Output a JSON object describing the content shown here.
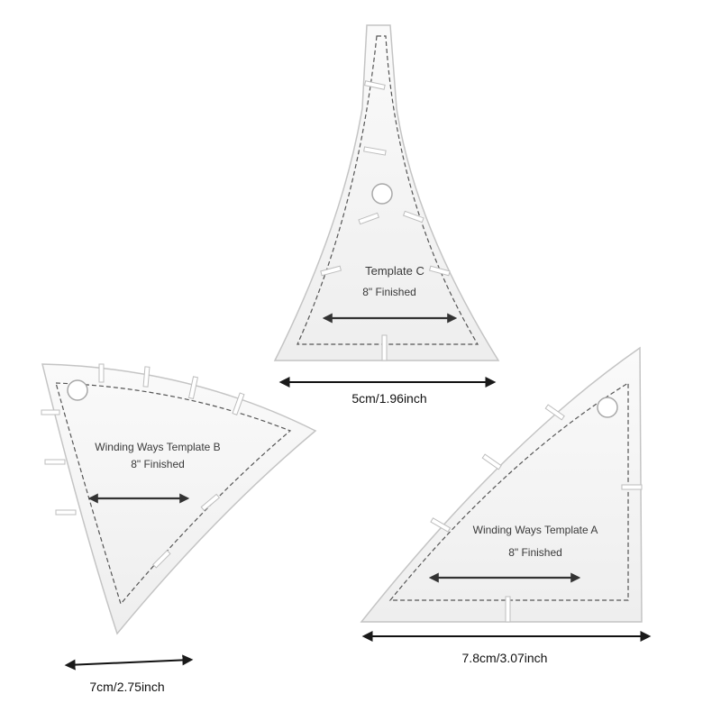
{
  "template_c": {
    "title": "Template C",
    "subtitle": "8\" Finished",
    "dimension": "5cm/1.96inch"
  },
  "template_b": {
    "title": "Winding Ways Template B",
    "subtitle": "8\" Finished",
    "dimension": "7cm/2.75inch"
  },
  "template_a": {
    "title": "Winding Ways Template A",
    "subtitle": "8\" Finished",
    "dimension": "7.8cm/3.07inch"
  },
  "colors": {
    "acrylic_fill": "#f3f3f3",
    "acrylic_edge": "#c4c4c4",
    "dashed_line": "#555555",
    "arrow": "#222222"
  }
}
